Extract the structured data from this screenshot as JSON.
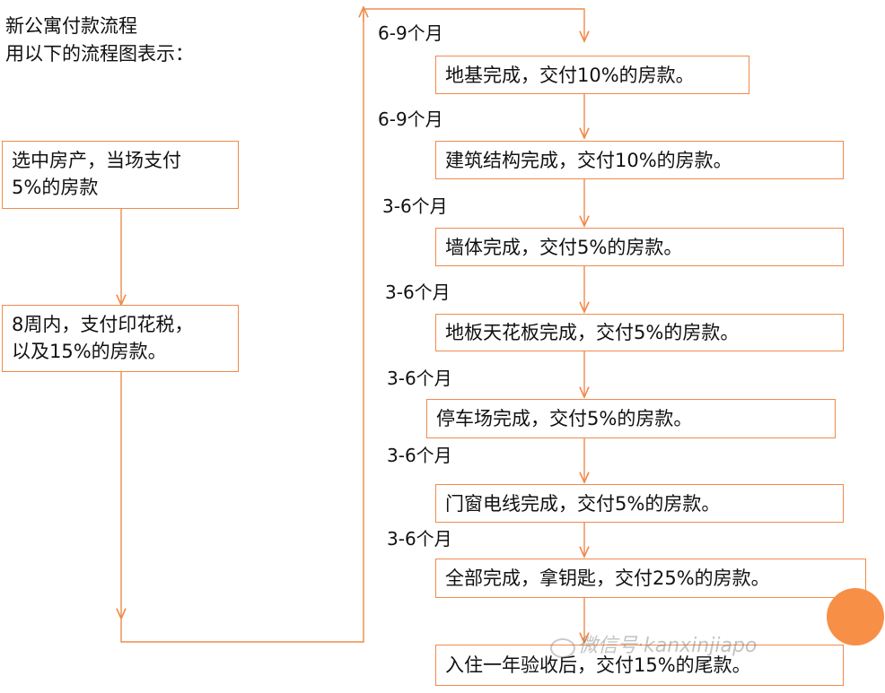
{
  "intro": {
    "line1": "新公寓付款流程",
    "line2": "用以下的流程图表示："
  },
  "left_steps": [
    {
      "line1": "选中房产，当场支付",
      "line2": "5%的房款"
    },
    {
      "line1": "8周内，支付印花税，",
      "line2": "以及15%的房款。"
    }
  ],
  "right_steps": [
    {
      "duration": "6-9个月",
      "text": "地基完成，交付10%的房款。"
    },
    {
      "duration": "6-9个月",
      "text": "建筑结构完成，交付10%的房款。"
    },
    {
      "duration": "3-6个月",
      "text": "墙体完成，交付5%的房款。"
    },
    {
      "duration": "3-6个月",
      "text": "地板天花板完成，交付5%的房款。"
    },
    {
      "duration": "3-6个月",
      "text": "停车场完成，交付5%的房款。"
    },
    {
      "duration": "3-6个月",
      "text": "门窗电线完成，交付5%的房款。"
    },
    {
      "duration": "3-6个月",
      "text": "全部完成，拿钥匙，交付25%的房款。"
    },
    {
      "duration": "",
      "text": "入住一年验收后，交付15%的尾款。"
    }
  ],
  "watermark": {
    "text": "微信号·kanxinjiapo",
    "circle_color": "#f78f47"
  },
  "colors": {
    "accent": "#f08a4b"
  }
}
